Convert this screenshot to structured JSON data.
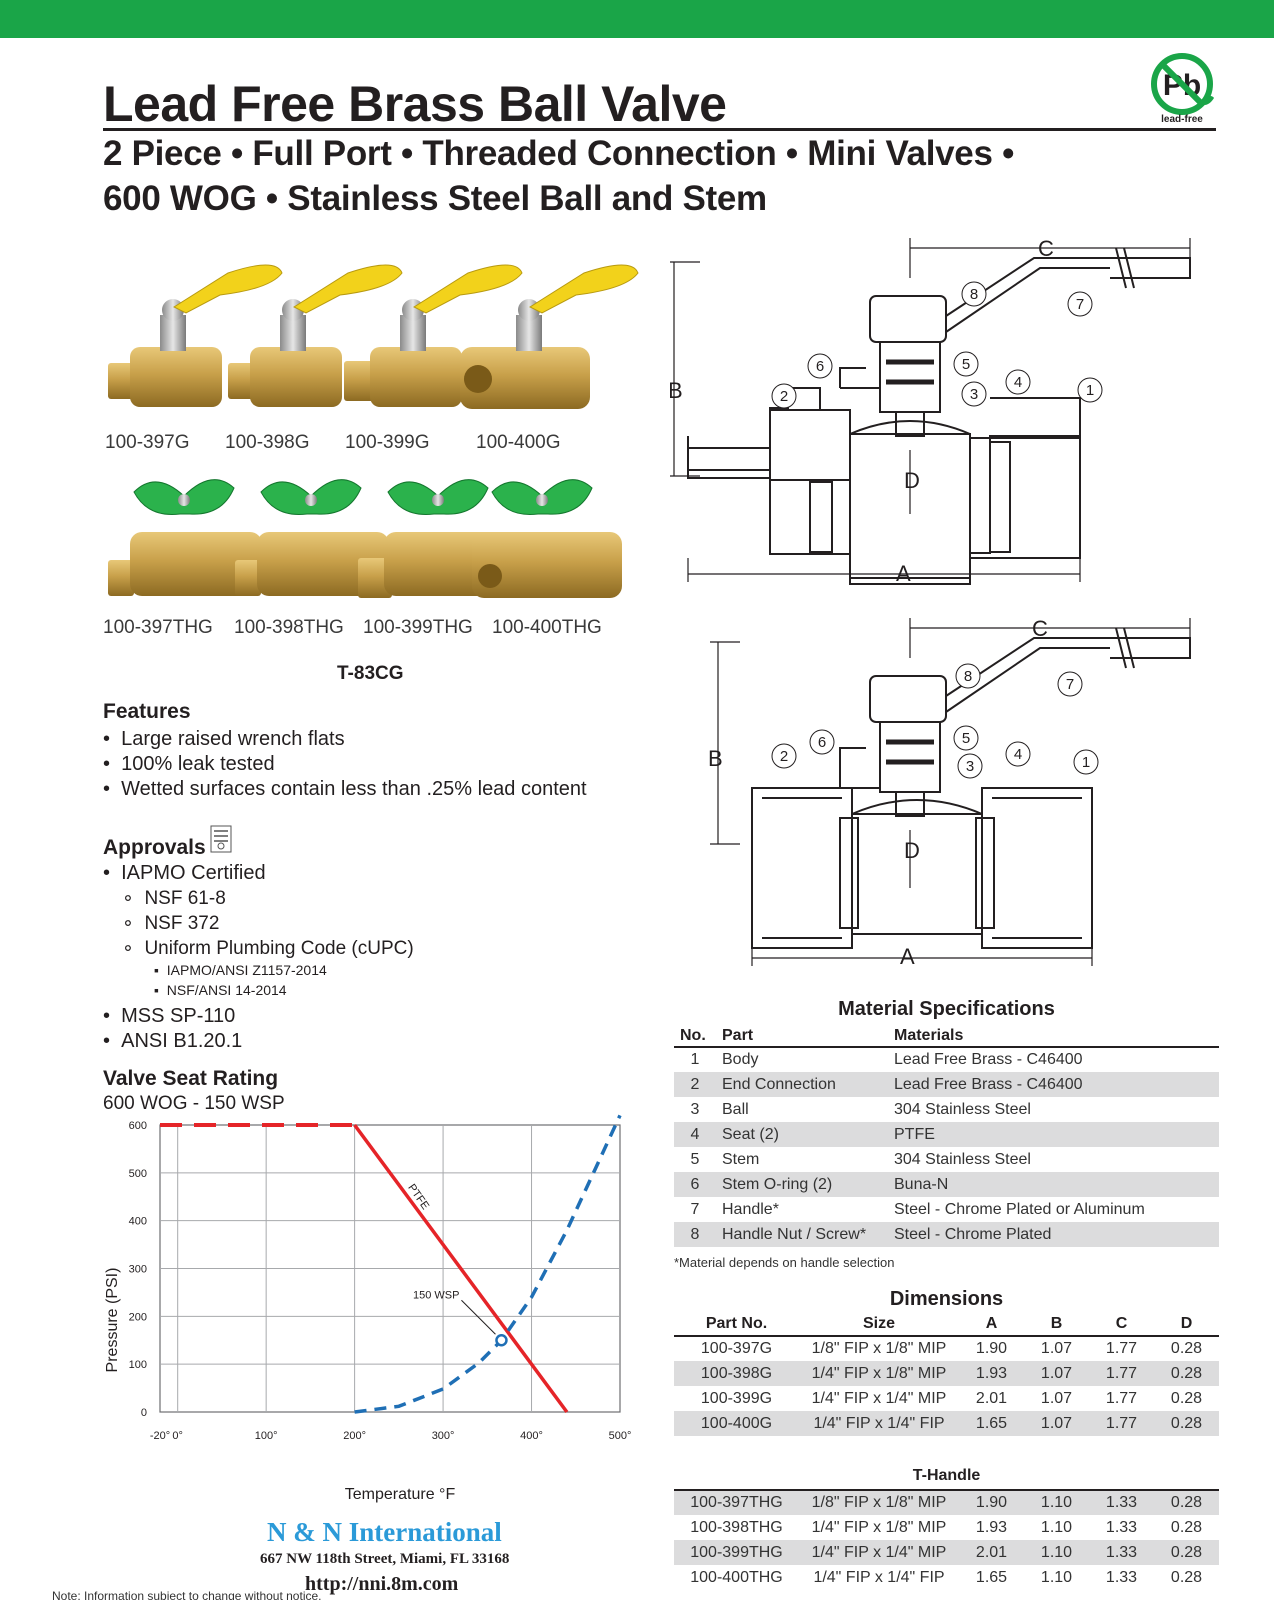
{
  "header": {
    "title": "Lead Free Brass Ball Valve",
    "subtitle_line1": "2 Piece • Full Port • Threaded Connection • Mini Valves •",
    "subtitle_line2": "600 WOG • Stainless Steel Ball and Stem",
    "badge_symbol": "Pb",
    "badge_caption": "lead-free"
  },
  "colors": {
    "brand_green": "#1aa548",
    "lever_yellow": "#f2d21b",
    "tee_green": "#2bb24c",
    "brass": "#c8a04a",
    "wog_line": "#e52428",
    "ptfe_line": "#e52428",
    "wsp_line": "#1f6fb5",
    "footer_blue": "#2b9ad8"
  },
  "products": {
    "lever_row": [
      "100-397G",
      "100-398G",
      "100-399G",
      "100-400G"
    ],
    "tee_row": [
      "100-397THG",
      "100-398THG",
      "100-399THG",
      "100-400THG"
    ],
    "model": "T-83CG"
  },
  "features": {
    "heading": "Features",
    "items": [
      "Large raised wrench flats",
      "100% leak tested",
      "Wetted surfaces contain less than .25% lead content"
    ]
  },
  "approvals": {
    "heading": "Approvals",
    "items": [
      {
        "text": "IAPMO Certified",
        "level": 1
      },
      {
        "text": "NSF 61-8",
        "level": 2
      },
      {
        "text": "NSF 372",
        "level": 2
      },
      {
        "text": "Uniform Plumbing Code (cUPC)",
        "level": 2
      },
      {
        "text": "IAPMO/ANSI Z1157-2014",
        "level": 3
      },
      {
        "text": "NSF/ANSI 14-2014",
        "level": 3
      },
      {
        "text": "MSS SP-110",
        "level": 1
      },
      {
        "text": "ANSI B1.20.1",
        "level": 1
      }
    ]
  },
  "seat_rating": {
    "heading": "Valve Seat Rating",
    "subheading": "600 WOG - 150 WSP"
  },
  "chart_data": {
    "type": "line",
    "xlabel": "Temperature °F",
    "ylabel": "Pressure (PSI)",
    "x_ticks": [
      "-20°",
      "0°",
      "100°",
      "200°",
      "300°",
      "400°",
      "500°"
    ],
    "x_tick_values": [
      -20,
      0,
      100,
      200,
      300,
      400,
      500
    ],
    "y_ticks": [
      "0",
      "100",
      "200",
      "300",
      "400",
      "500",
      "600"
    ],
    "y_tick_values": [
      0,
      100,
      200,
      300,
      400,
      500,
      600
    ],
    "xlim": [
      -20,
      500
    ],
    "ylim": [
      0,
      600
    ],
    "grid": true,
    "series": [
      {
        "name": "",
        "style": "dashed",
        "color": "#e52428",
        "x": [
          -20,
          200
        ],
        "y": [
          600,
          600
        ]
      },
      {
        "name": "PTFE",
        "style": "solid",
        "color": "#e52428",
        "x": [
          200,
          440
        ],
        "y": [
          600,
          0
        ]
      },
      {
        "name": "",
        "style": "dashed",
        "color": "#1f6fb5",
        "x": [
          200,
          250,
          300,
          340,
          366,
          400,
          440,
          470,
          500
        ],
        "y": [
          0,
          12,
          48,
          102,
          150,
          240,
          380,
          500,
          650
        ]
      }
    ],
    "annotations": [
      {
        "text": "150 WSP",
        "x": 366,
        "y": 150
      },
      {
        "text": "PTFE",
        "x": 260,
        "y": 470
      }
    ]
  },
  "diagram": {
    "dimension_labels": [
      "A",
      "B",
      "C",
      "D"
    ],
    "callouts": [
      "1",
      "2",
      "3",
      "4",
      "5",
      "6",
      "7",
      "8"
    ]
  },
  "material_specs": {
    "title": "Material Specifications",
    "headers": [
      "No.",
      "Part",
      "Materials"
    ],
    "rows": [
      [
        "1",
        "Body",
        "Lead Free Brass - C46400"
      ],
      [
        "2",
        "End Connection",
        "Lead Free Brass - C46400"
      ],
      [
        "3",
        "Ball",
        "304 Stainless Steel"
      ],
      [
        "4",
        "Seat (2)",
        "PTFE"
      ],
      [
        "5",
        "Stem",
        "304 Stainless Steel"
      ],
      [
        "6",
        "Stem O-ring (2)",
        "Buna-N"
      ],
      [
        "7",
        "Handle*",
        "Steel - Chrome Plated or Aluminum"
      ],
      [
        "8",
        "Handle Nut / Screw*",
        "Steel - Chrome Plated"
      ]
    ],
    "note": "*Material depends on handle selection"
  },
  "dimensions": {
    "title": "Dimensions",
    "headers": [
      "Part No.",
      "Size",
      "A",
      "B",
      "C",
      "D"
    ],
    "rows": [
      [
        "100-397G",
        "1/8\" FIP x 1/8\" MIP",
        "1.90",
        "1.07",
        "1.77",
        "0.28"
      ],
      [
        "100-398G",
        "1/4\" FIP x 1/8\" MIP",
        "1.93",
        "1.07",
        "1.77",
        "0.28"
      ],
      [
        "100-399G",
        "1/4\" FIP x 1/4\" MIP",
        "2.01",
        "1.07",
        "1.77",
        "0.28"
      ],
      [
        "100-400G",
        "1/4\" FIP x 1/4\" FIP",
        "1.65",
        "1.07",
        "1.77",
        "0.28"
      ]
    ],
    "t_handle_title": "T-Handle",
    "t_handle_rows": [
      [
        "100-397THG",
        "1/8\" FIP x 1/8\" MIP",
        "1.90",
        "1.10",
        "1.33",
        "0.28"
      ],
      [
        "100-398THG",
        "1/4\" FIP x 1/8\" MIP",
        "1.93",
        "1.10",
        "1.33",
        "0.28"
      ],
      [
        "100-399THG",
        "1/4\" FIP x 1/4\" MIP",
        "2.01",
        "1.10",
        "1.33",
        "0.28"
      ],
      [
        "100-400THG",
        "1/4\" FIP x 1/4\" FIP",
        "1.65",
        "1.10",
        "1.33",
        "0.28"
      ]
    ]
  },
  "footer": {
    "company": "N & N International",
    "address": "667 NW 118th Street, Miami, FL 33168",
    "url": "http://nni.8m.com",
    "note": "Note: Information subject to change without notice."
  }
}
